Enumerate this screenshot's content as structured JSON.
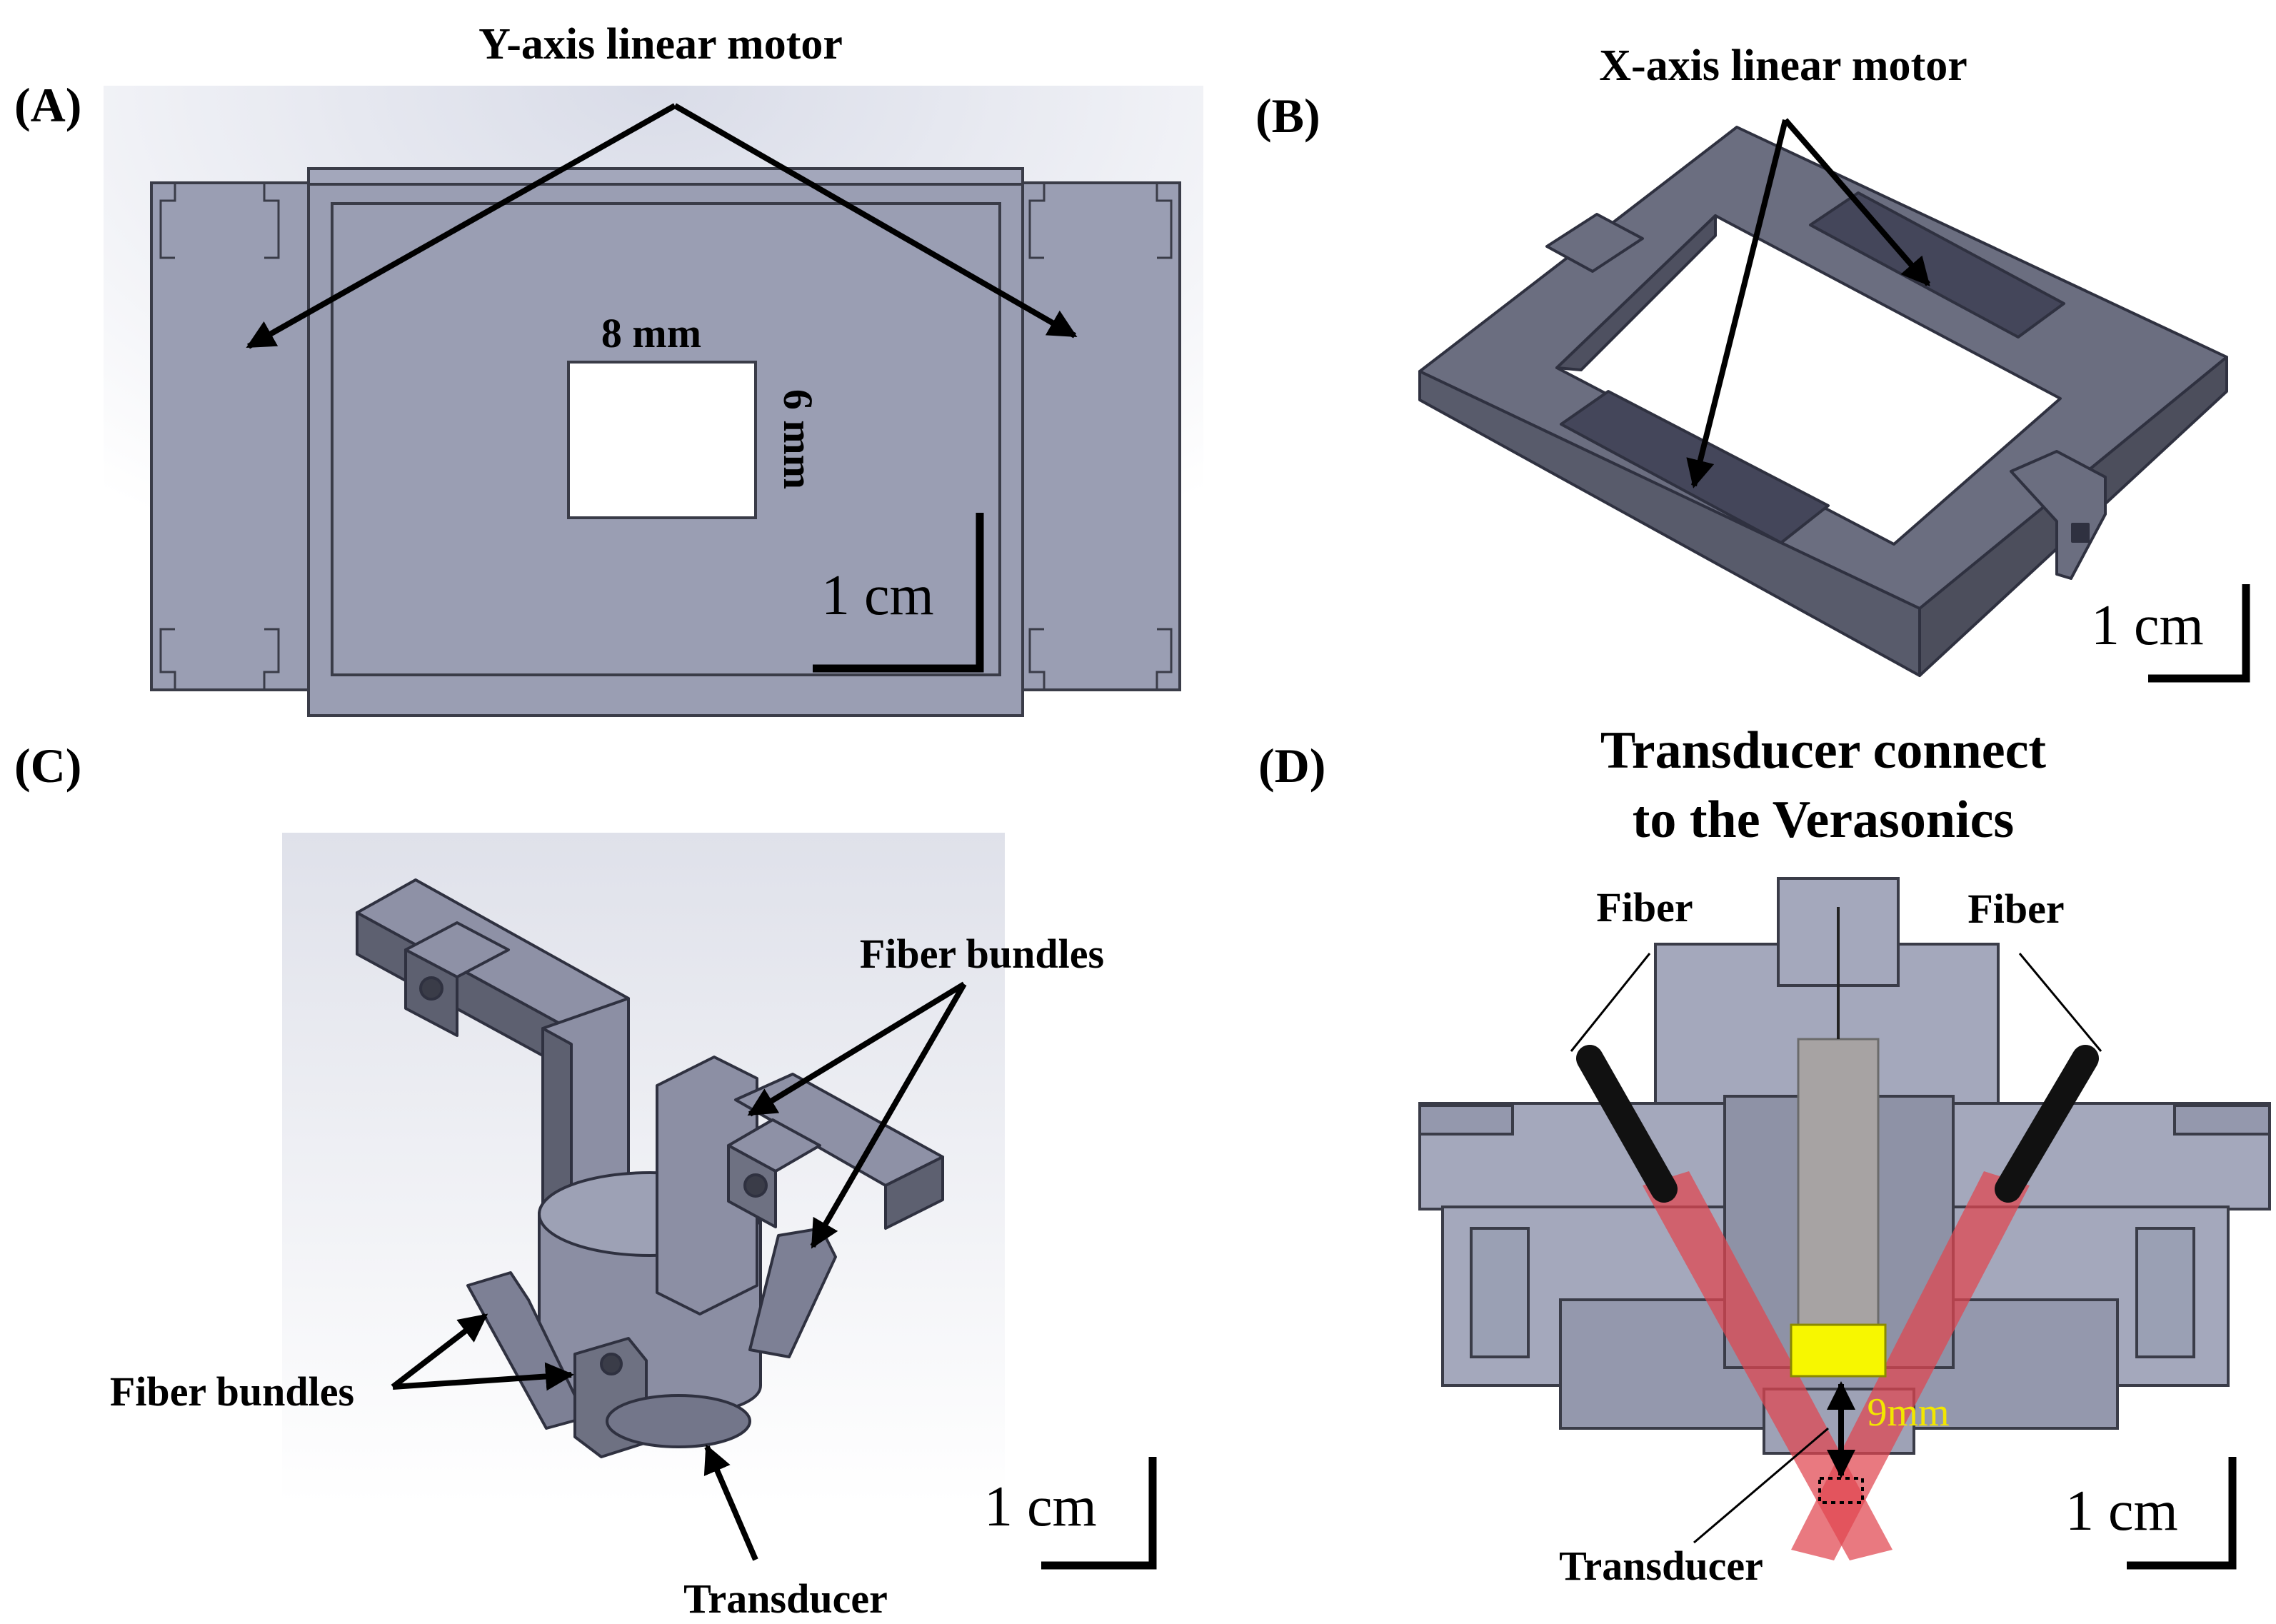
{
  "panels": {
    "a": {
      "letter": "(A)",
      "motor_label": "Y-axis linear motor",
      "width_label": "8 mm",
      "height_label": "6 mm",
      "scale": "1 cm"
    },
    "b": {
      "letter": "(B)",
      "motor_label": "X-axis linear motor",
      "scale": "1 cm"
    },
    "c": {
      "letter": "(C)",
      "fiber_label_top": "Fiber bundles",
      "fiber_label_left": "Fiber bundles",
      "transducer_label": "Transducer",
      "scale": "1 cm"
    },
    "d": {
      "letter": "(D)",
      "title_line1": "Transducer connect",
      "title_line2": "to the Verasonics",
      "fiber_left": "Fiber",
      "fiber_right": "Fiber",
      "distance_label": "9mm",
      "transducer_label": "Transducer",
      "scale": "1 cm"
    }
  },
  "colors": {
    "part_fill": "#9a9eb3",
    "part_dark": "#5d6070",
    "part_side": "#6e7182",
    "outline": "#3a3c48",
    "fiber_jacket": "#111111",
    "laser": "#e0454f",
    "transducer_element": "#f7f700",
    "transducer_body": "#a7a3a3",
    "distance_text": "#f2e600"
  }
}
